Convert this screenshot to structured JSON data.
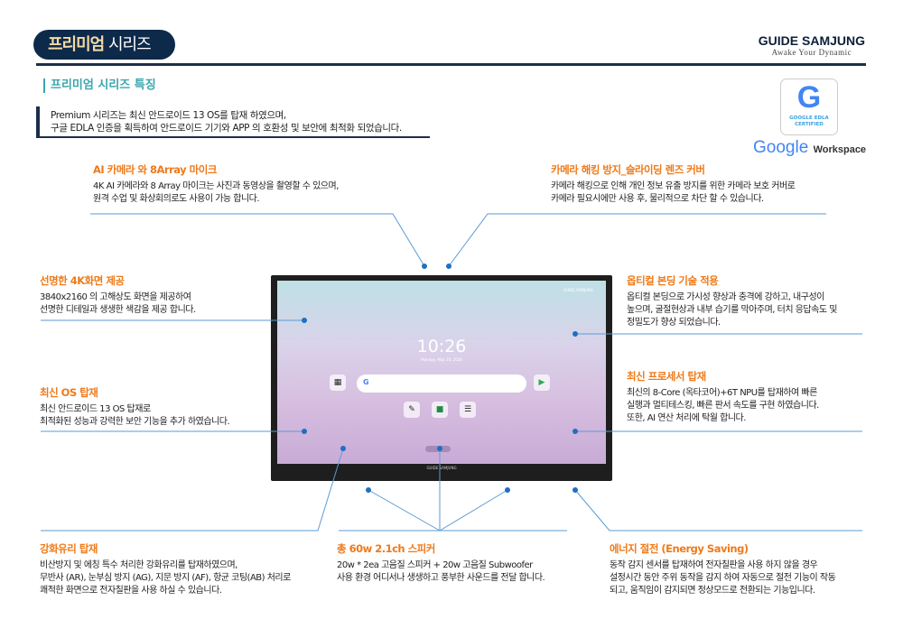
{
  "header": {
    "title_bold": "프리미엄",
    "title_rest": " 시리즈",
    "brand": "GUIDE SAMJUNG",
    "tagline": "Awake Your Dynamic"
  },
  "section_title": "프리미엄 시리즈 특징",
  "intro": [
    "Premium 시리즈는 최신 안드로이드 13 OS를 탑재 하였으며,",
    "구글 EDLA 인증을 획득하여 안드로이드 기기와 APP 의 호환성 및 보안에 최적화 되었습니다."
  ],
  "badge": {
    "letter": "G",
    "line1": "GOOGLE EDLA",
    "line2": "CERTIFIED",
    "google": "Google",
    "workspace": "Workspace"
  },
  "screen": {
    "time": "10:26",
    "date": "Monday, May 20, 2024",
    "search_logo": "G",
    "brand": "GUIDE SAMJUNG"
  },
  "features": {
    "ai_camera": {
      "title": "AI 카메라 와 8Array 마이크",
      "lines": [
        "4K AI 카메라와 8 Array 마이크는  사진과 동영상을 촬영할 수 있으며,",
        "원격 수업 및 화상회의로도 사용이 가능  합니다."
      ]
    },
    "camera_cover": {
      "title": "카메라 해킹 방지_슬라이딩 렌즈 커버",
      "lines": [
        "카메라 해킹으로 인해 개인 정보 유출 방지를 위한 카메라 보호 커버로",
        "카메라 필요시에만 사용 후, 물리적으로 차단 할 수 있습니다."
      ]
    },
    "display_4k": {
      "title": "선명한 4K화면 제공",
      "lines": [
        "3840x2160 의 고해상도 화면을 제공하여",
        "선명한 디테일과 생생한 색감을 제공 합니다."
      ]
    },
    "os": {
      "title": "최신 OS 탑재",
      "lines": [
        "최신 안드로이드 13 OS  탑재로",
        "최적화된 성능과 강력한 보안 기능을 추가 하였습니다."
      ]
    },
    "optical_bonding": {
      "title": "옵티컬 본딩 기술 적용",
      "lines": [
        "옵티컬 본딩으로 가시성 향상과 충격에 강하고, 내구성이",
        "높으며, 굴절현상과 내부 습기를 막아주며, 터치 응답속도 및",
        "정밀도가 향상 되었습니다."
      ]
    },
    "processor": {
      "title": "최신 프로세서 탑재",
      "lines": [
        "최신의 8-Core (옥타코어)+6T NPU를 탑재하여 빠른",
        "실행과 멀티테스킹, 빠른 판서 속도를 구현 하였습니다.",
        "또한, AI 연산 처리에 탁월 합니다."
      ]
    },
    "glass": {
      "title": "강화유리 탑재",
      "lines": [
        "비산방지 및 에칭 특수 처리한 강화유리를 탑재하였으며,",
        "무반사 (AR), 눈부심 방지 (AG), 지문 방지 (AF), 항균 코팅(AB) 처리로",
        "쾌적한 화면으로 전자칠판을 사용 하실 수 있습니다."
      ]
    },
    "speaker": {
      "title": "총 60w 2.1ch 스피커",
      "lines": [
        "20w * 2ea 고음질 스피커 + 20w 고음질 Subwoofer",
        "사용 환경 어디서나 생생하고 풍부한 사운드를 전달 합니다."
      ]
    },
    "energy": {
      "title": "에너지 절전 (Energy Saving)",
      "lines": [
        "동작 감지 센서를 탑재하여 전자칠판을 사용 하지 않을 경우",
        "설정시간 동안 주위 동작을 감지 하여 자동으로 절전 기능이 작동",
        "되고, 움직임이 감지되면 정상모드로 전환되는 기능입니다."
      ]
    }
  },
  "colors": {
    "navy": "#0d2a4a",
    "orange": "#ef7a1a",
    "teal": "#3aa6ad",
    "line": "#5b9bd5",
    "dot": "#1f6fc2"
  }
}
